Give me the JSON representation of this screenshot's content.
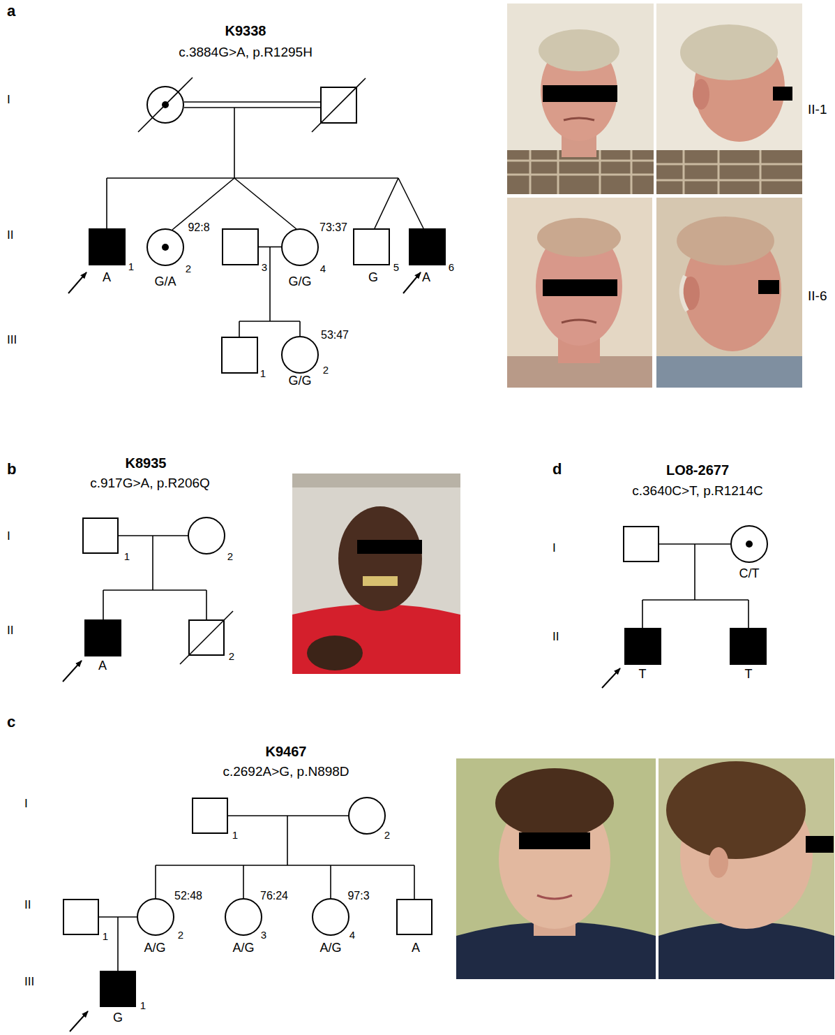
{
  "diagram": {
    "nodes": [
      {
        "text": []
      },
      {
        "text": []
      },
      {
        "text": [
          "1",
          "A"
        ]
      },
      {
        "text": [
          "92:8",
          "2",
          "G/A"
        ]
      },
      {
        "text": [
          "3"
        ]
      },
      {
        "text": [
          "73:37",
          "4",
          "G/G"
        ]
      },
      {
        "text": [
          "5",
          "G"
        ]
      },
      {
        "text": [
          "6",
          "A"
        ]
      },
      {
        "text": [
          "1"
        ]
      },
      {
        "text": [
          "53:47",
          "2",
          "G/G"
        ]
      },
      {
        "text": [
          "1"
        ]
      },
      {
        "text": [
          "2"
        ]
      },
      {
        "text": [
          "A"
        ]
      },
      {
        "text": [
          "2"
        ]
      },
      {
        "text": []
      },
      {
        "text": [
          "C/T"
        ]
      },
      {
        "text": [
          "T"
        ]
      },
      {
        "text": [
          "T"
        ]
      },
      {
        "text": [
          "1"
        ]
      },
      {
        "text": [
          "2"
        ]
      },
      {
        "text": [
          "1"
        ]
      },
      {
        "text": [
          "52:48",
          "2",
          "A/G"
        ]
      },
      {
        "text": [
          "76:24",
          "3",
          "A/G"
        ]
      },
      {
        "text": [
          "97:3",
          "4",
          "A/G"
        ]
      },
      {
        "text": [
          "A"
        ]
      },
      {
        "text": [
          "1",
          "G"
        ]
      }
    ],
    "edges": [
      {
        "from": 0,
        "to": 1,
        "arrow": "none"
      },
      {
        "from": 4,
        "to": 5,
        "arrow": "none"
      },
      {
        "from": 10,
        "to": 11,
        "arrow": "none"
      },
      {
        "from": 14,
        "to": 15,
        "arrow": "none"
      },
      {
        "from": 18,
        "to": 19,
        "arrow": "none"
      },
      {
        "from": 20,
        "to": 21,
        "arrow": "none"
      }
    ],
    "labels": [
      "a",
      "K9338",
      "c.3884G>A, p.R1295H",
      "I",
      "II",
      "III",
      "II-1",
      "II-6",
      "b",
      "K8935",
      "c.917G>A, p.R206Q",
      "I",
      "II",
      "d",
      "LO8-2677",
      "c.3640C>T, p.R1214C",
      "I",
      "II",
      "c",
      "K9467",
      "c.2692A>G, p.N898D",
      "I",
      "II",
      "III"
    ]
  }
}
